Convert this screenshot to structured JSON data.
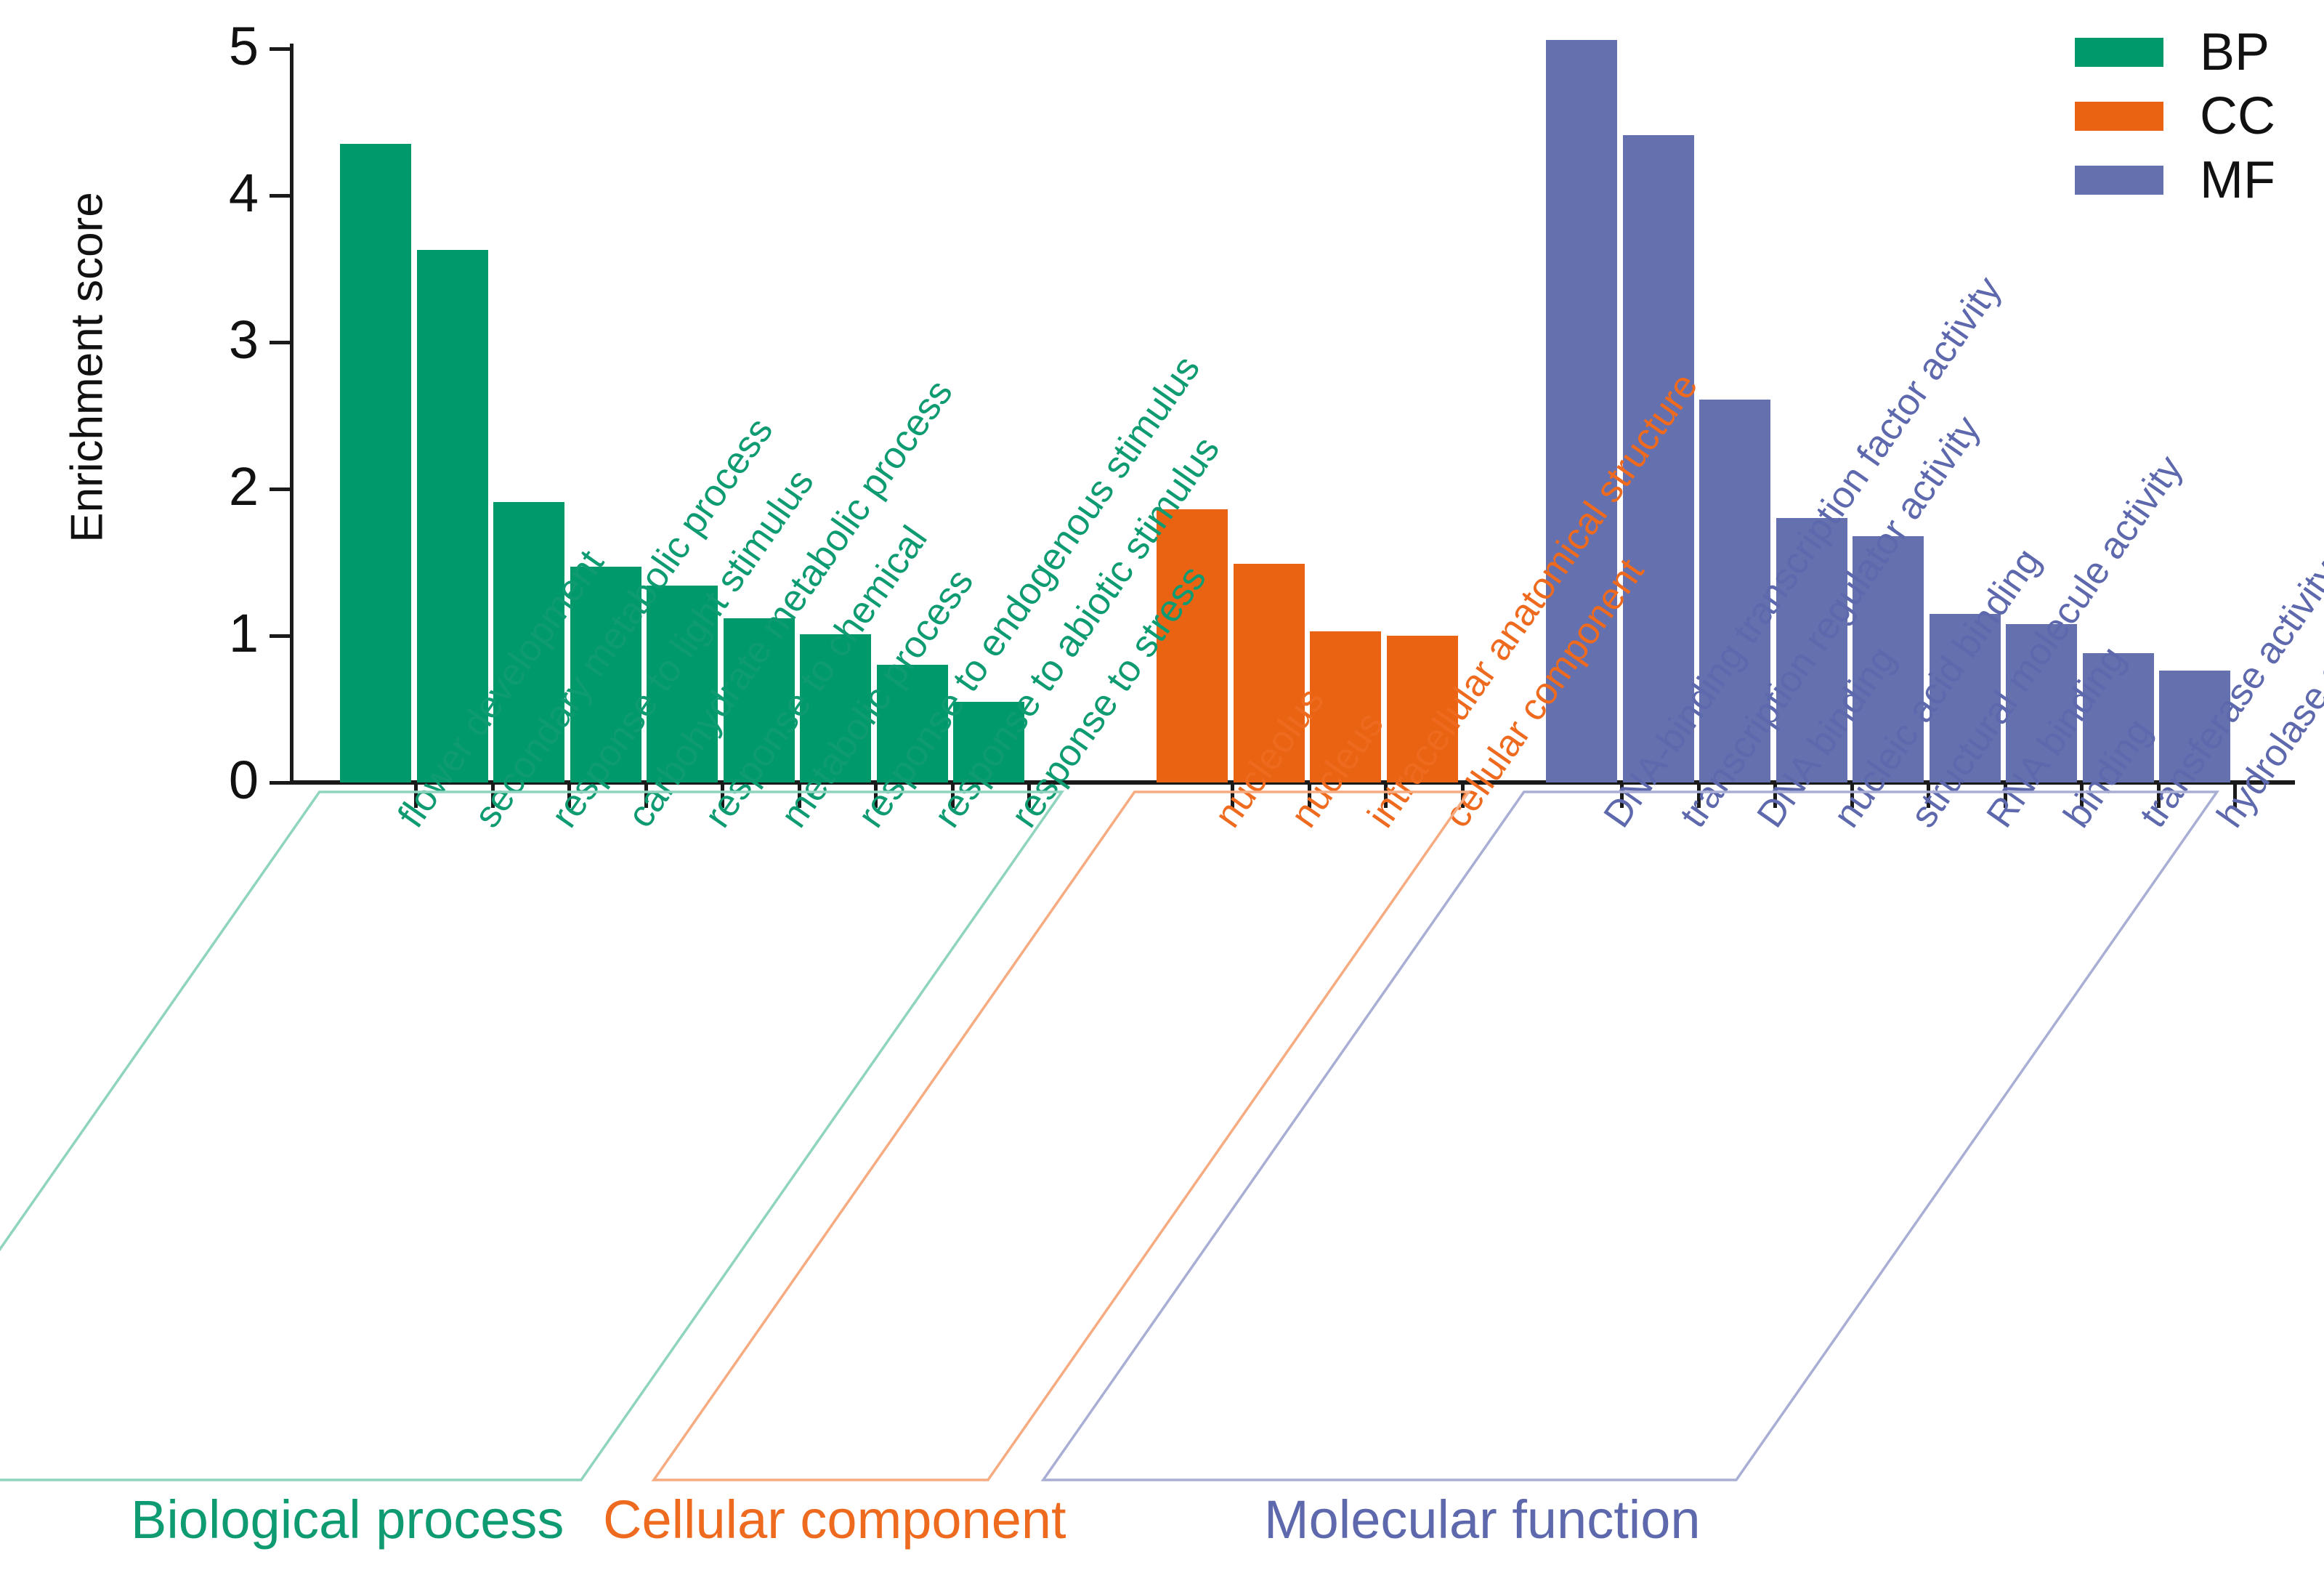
{
  "axis": {
    "y_title": "Enrichment score",
    "y_ticks": [
      "0",
      "1",
      "2",
      "3",
      "4",
      "5"
    ]
  },
  "legend": {
    "items": [
      {
        "label": "BP",
        "color": "#00996b"
      },
      {
        "label": "CC",
        "color": "#ea6312"
      },
      {
        "label": "MF",
        "color": "#6570ae"
      }
    ]
  },
  "groups": [
    {
      "key": "bp",
      "title": "Biological process",
      "color": "#0f9b72",
      "box_color": "#8fd4bf"
    },
    {
      "key": "cc",
      "title": "Cellular component",
      "color": "#ee6a1e",
      "box_color": "#f6ab80"
    },
    {
      "key": "mf",
      "title": "Molecular function",
      "color": "#5d68ad",
      "box_color": "#a9aed4"
    }
  ],
  "chart_data": {
    "type": "bar",
    "title": "",
    "xlabel": "",
    "ylabel": "Enrichment score",
    "ylim": [
      0,
      5
    ],
    "yticks": [
      0,
      1,
      2,
      3,
      4,
      5
    ],
    "grid": false,
    "legend_position": "top-right",
    "categories": [
      "flower development",
      "secondary metabolic process",
      "response to light stimulus",
      "carbohydrate metabolic process",
      "response to chemical",
      "metabolic process",
      "response to endogenous stimulus",
      "response to abiotic stimulus",
      "response to stress",
      "nucleolus",
      "nucleus",
      "intracellular anatomical structure",
      "cellular component",
      "DNA-binding transcription factor activity",
      "transcription regulator activity",
      "DNA binding",
      "nucleic acid binding",
      "structural molecule activity",
      "RNA binding",
      "binding",
      "transferase activity",
      "hydrolase activity"
    ],
    "values": [
      4.35,
      3.63,
      1.91,
      1.47,
      1.34,
      1.12,
      1.01,
      0.8,
      0.55,
      1.86,
      1.49,
      1.03,
      1.0,
      5.06,
      4.41,
      2.61,
      1.8,
      1.68,
      1.15,
      1.08,
      0.88,
      0.76
    ],
    "series": [
      {
        "name": "BP",
        "group_title": "Biological process",
        "color": "#00996b",
        "categories": [
          "flower development",
          "secondary metabolic process",
          "response to light stimulus",
          "carbohydrate metabolic process",
          "response to chemical",
          "metabolic process",
          "response to endogenous stimulus",
          "response to abiotic stimulus",
          "response to stress"
        ],
        "values": [
          4.35,
          3.63,
          1.91,
          1.47,
          1.34,
          1.12,
          1.01,
          0.8,
          0.55
        ]
      },
      {
        "name": "CC",
        "group_title": "Cellular component",
        "color": "#ea6312",
        "categories": [
          "nucleolus",
          "nucleus",
          "intracellular anatomical structure",
          "cellular component"
        ],
        "values": [
          1.86,
          1.49,
          1.03,
          1.0
        ]
      },
      {
        "name": "MF",
        "group_title": "Molecular function",
        "color": "#6570ae",
        "categories": [
          "DNA-binding transcription factor activity",
          "transcription regulator activity",
          "DNA binding",
          "nucleic acid binding",
          "structural molecule activity",
          "RNA binding",
          "binding",
          "transferase activity",
          "hydrolase activity"
        ],
        "values": [
          5.06,
          4.41,
          2.61,
          1.8,
          1.68,
          1.15,
          1.08,
          0.88,
          0.76
        ]
      }
    ]
  }
}
